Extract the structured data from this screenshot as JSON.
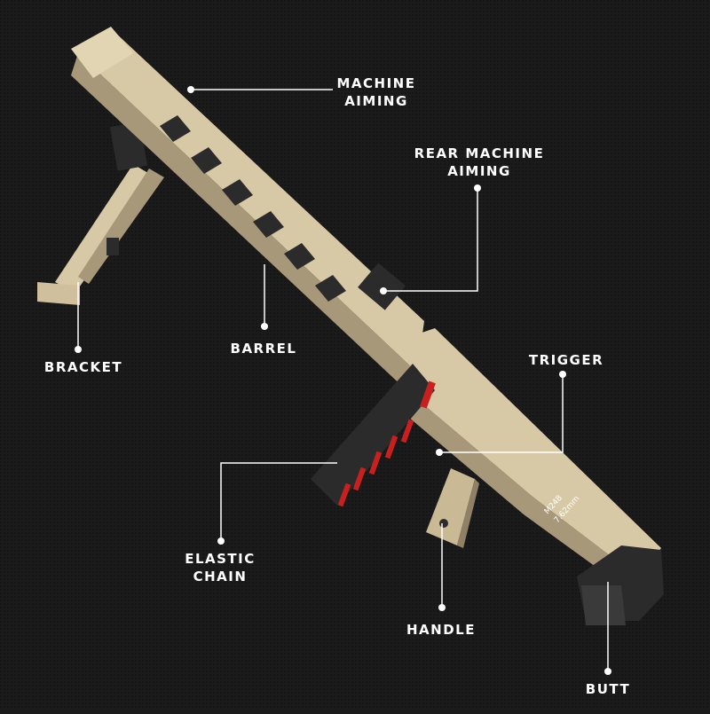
{
  "labels": {
    "machine_aiming_line1": "MACHINE",
    "machine_aiming_line2": "AIMING",
    "rear_machine_aiming_line1": "REAR MACHINE",
    "rear_machine_aiming_line2": "AIMING",
    "barrel": "BARREL",
    "bracket": "BRACKET",
    "trigger": "TRIGGER",
    "elastic_chain_line1": "ELASTIC",
    "elastic_chain_line2": "CHAIN",
    "handle": "HANDLE",
    "butt": "BUTT"
  },
  "receiver_marking_line1": "M248",
  "receiver_marking_line2": "7.62mm",
  "colors": {
    "background": "#1b1b1b",
    "body_tan": "#d8c9a6",
    "body_shadow": "#a8987a",
    "dark_parts": "#2b2b2b",
    "accent_red": "#c8201e",
    "callout_line": "#ffffff"
  }
}
